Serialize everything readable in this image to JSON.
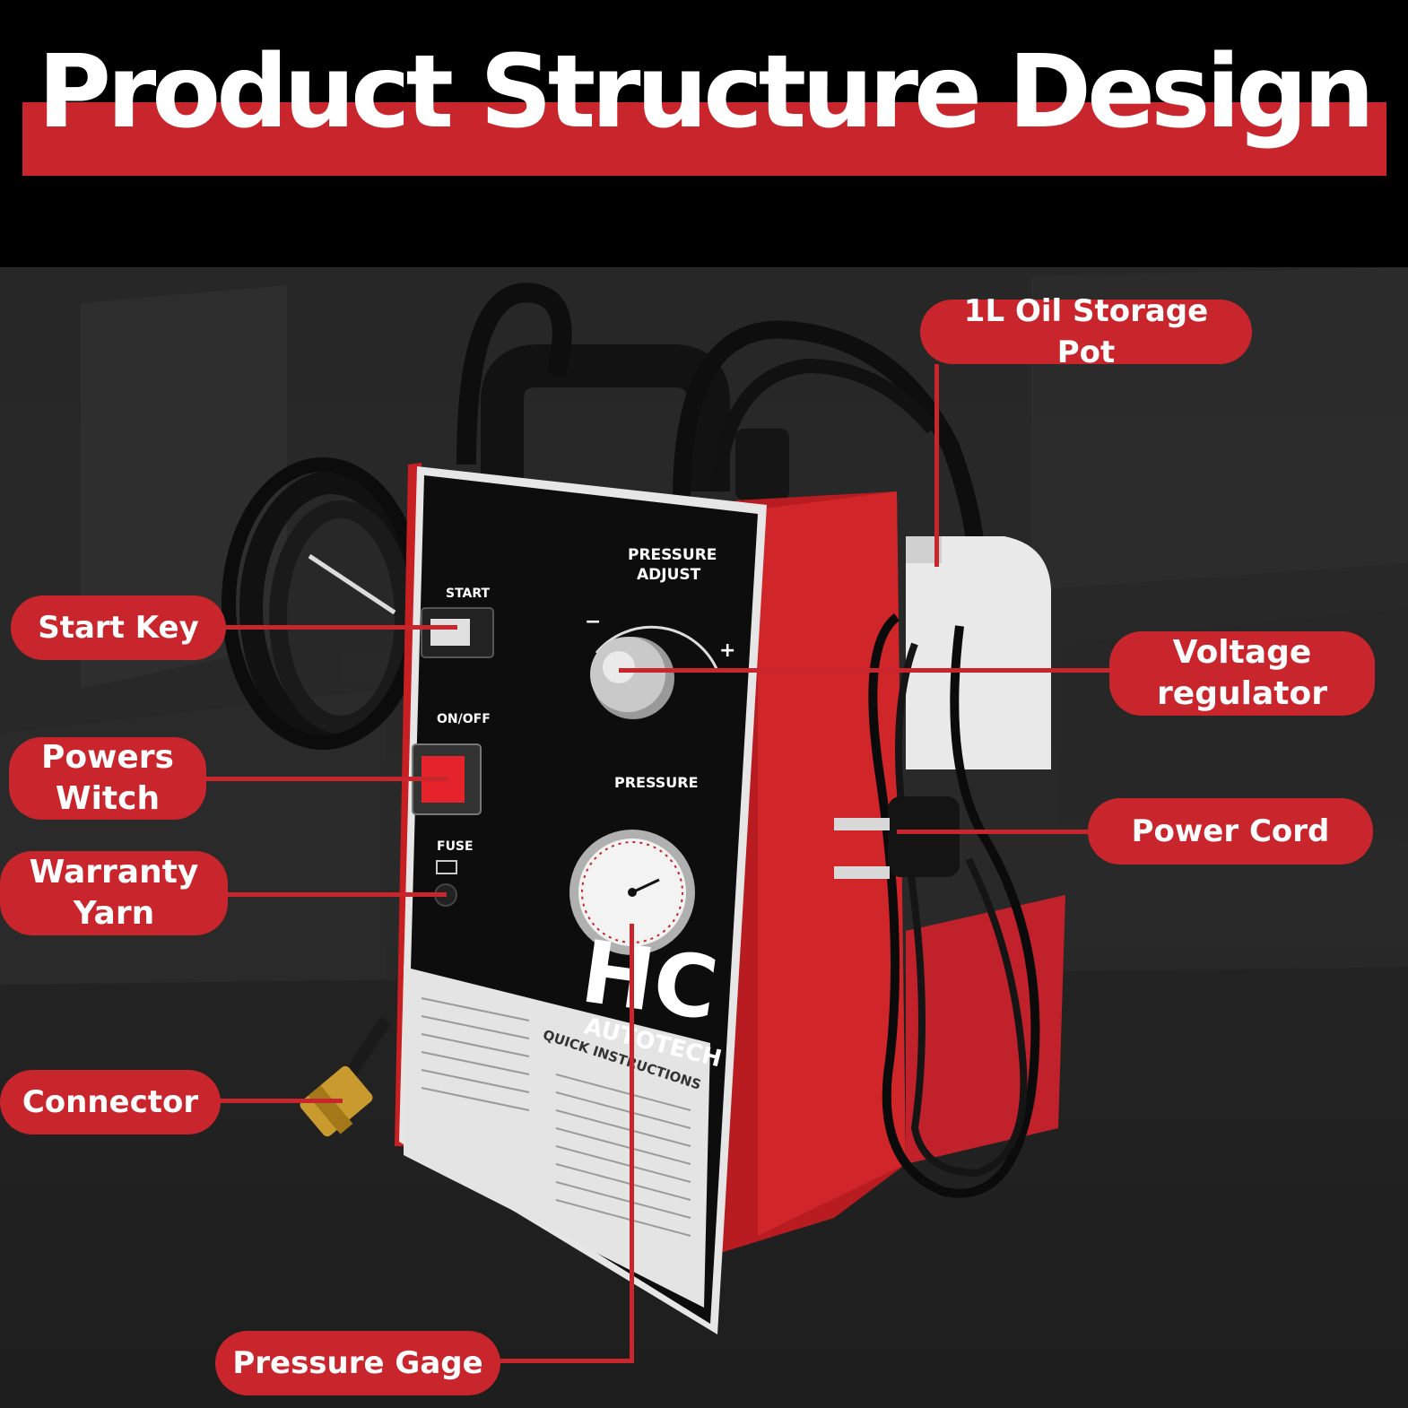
{
  "header": {
    "title": "Product Structure Design"
  },
  "device": {
    "brand": "HC",
    "brand_sub": "AUTOTECH",
    "labels": {
      "start": "START",
      "on_off": "ON/OFF",
      "fuse": "FUSE",
      "pressure_adjust_1": "PRESSURE",
      "pressure_adjust_2": "ADJUST",
      "pressure": "PRESSURE",
      "minus": "−",
      "plus": "+",
      "instructions": "QUICK INSTRUCTIONS"
    }
  },
  "callouts": {
    "oil_pot": "1L Oil Storage Pot",
    "start_key": "Start Key",
    "voltage_regulator_1": "Voltage",
    "voltage_regulator_2": "regulator",
    "powers_witch_1": "Powers",
    "powers_witch_2": "Witch",
    "power_cord": "Power Cord",
    "warranty_yarn_1": "Warranty",
    "warranty_yarn_2": "Yarn",
    "connector": "Connector",
    "pressure_gage": "Pressure Gage"
  },
  "colors": {
    "accent_red": "#c8262c",
    "background": "#000000",
    "device_red": "#c81f23",
    "panel_black": "#0d0d0d"
  }
}
